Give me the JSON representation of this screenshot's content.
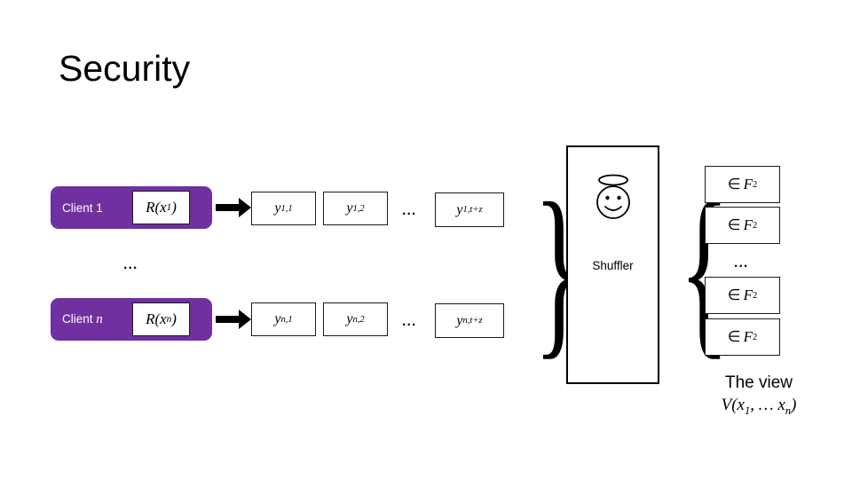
{
  "slide": {
    "title": "Security",
    "background_color": "#ffffff",
    "accent_color": "#7030A0"
  },
  "clients": [
    {
      "label_prefix": "Client ",
      "label_index": "1",
      "label_index_italic": false,
      "randomizer": "R(x",
      "randomizer_sub": "1",
      "randomizer_tail": ")"
    },
    {
      "label_prefix": "Client ",
      "label_index": "n",
      "label_index_italic": true,
      "randomizer": "R(x",
      "randomizer_sub": "n",
      "randomizer_tail": ")"
    }
  ],
  "client_rows_ellipsis": "...",
  "message_rows": [
    {
      "row_id": "row-1",
      "boxes": [
        {
          "var": "y",
          "sub": "1,1"
        },
        {
          "var": "y",
          "sub": "1,2"
        },
        {
          "var": "y",
          "sub": "1,t+z"
        }
      ],
      "ellipsis": "..."
    },
    {
      "row_id": "row-n",
      "boxes": [
        {
          "var": "y",
          "sub": "n,1"
        },
        {
          "var": "y",
          "sub": "n,2"
        },
        {
          "var": "y",
          "sub": "n,t+z"
        }
      ],
      "ellipsis": "..."
    }
  ],
  "shuffler": {
    "label": "Shuffler",
    "icon_name": "angel-smiley-icon"
  },
  "braces": {
    "left": "}",
    "right": "{"
  },
  "outputs": {
    "boxes": [
      {
        "symbol": "∈",
        "field": "F",
        "power": "2"
      },
      {
        "symbol": "∈",
        "field": "F",
        "power": "2"
      },
      {
        "symbol": "∈",
        "field": "F",
        "power": "2"
      },
      {
        "symbol": "∈",
        "field": "F",
        "power": "2"
      }
    ],
    "ellipsis": "..."
  },
  "view": {
    "title": "The view",
    "formula_head": "V(x",
    "formula_sub1": "1",
    "formula_mid": ", … x",
    "formula_sub2": "n",
    "formula_tail": ")"
  }
}
